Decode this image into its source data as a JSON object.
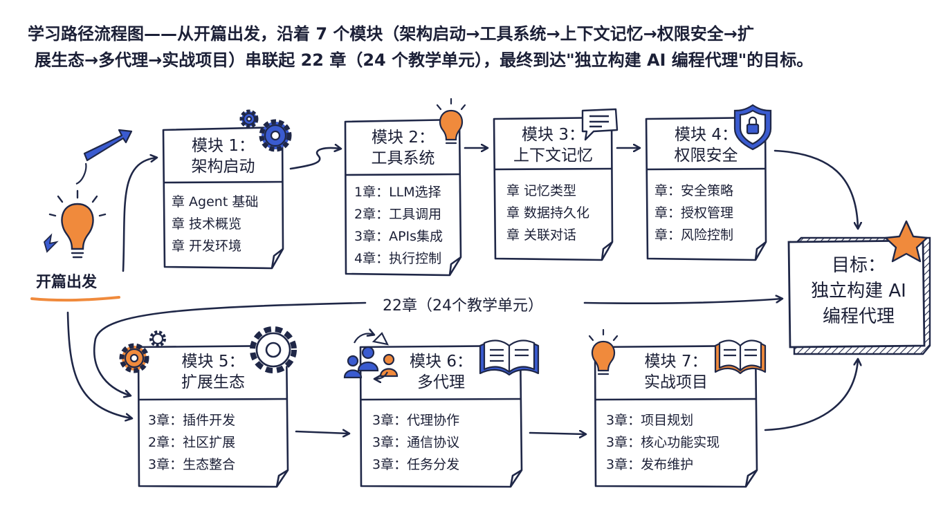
{
  "caption": {
    "line1": "学习路径流程图——从开篇出发，沿着 7 个模块（架构启动→工具系统→上下文记忆→权限安全→扩",
    "line2": "展生态→多代理→实战项目）串联起 22 章（24 个教学单元），最终到达\"独立构建 AI 编程代理\"的目标。"
  },
  "start_label": "开篇出发",
  "total_label": "22章（24个教学单元）",
  "goal": {
    "line1": "目标：",
    "line2": "独立构建 AI",
    "line3": "编程代理"
  },
  "modules": [
    {
      "title1": "模块 1：",
      "title2": "架构启动",
      "items": [
        "章 Agent 基础",
        "章 技术概览",
        "章 开发环境"
      ]
    },
    {
      "title1": "模块 2：",
      "title2": "工具系统",
      "items": [
        "1章：LLM选择",
        "2章：工具调用",
        "3章：APIs集成",
        "4章：执行控制"
      ]
    },
    {
      "title1": "模块 3：",
      "title2": "上下文记忆",
      "items": [
        "章 记忆类型",
        "章 数据持久化",
        "章 关联对话"
      ]
    },
    {
      "title1": "模块 4：",
      "title2": "权限安全",
      "items": [
        "章：安全策略",
        "章：授权管理",
        "章：风险控制"
      ]
    },
    {
      "title1": "模块 5：",
      "title2": "扩展生态",
      "items": [
        "3章：插件开发",
        "2章：社区扩展",
        "3章：生态整合"
      ]
    },
    {
      "title1": "模块 6：",
      "title2": "多代理",
      "items": [
        "3章：代理协作",
        "3章：通信协议",
        "3章：任务分发"
      ]
    },
    {
      "title1": "模块 7：",
      "title2": "实战项目",
      "items": [
        "3章：项目规划",
        "3章：核心功能实现",
        "3章：发布维护"
      ]
    }
  ],
  "icons": [
    "lightbulb-icon",
    "arrow-icon",
    "gear-icon",
    "lightbulb-icon",
    "speech-bubble-icon",
    "shield-lock-icon",
    "gear-icon",
    "people-icon",
    "book-icon",
    "lightbulb-icon",
    "book-icon",
    "star-icon"
  ],
  "colors": {
    "ink": "#1f2747",
    "accent_orange": "#f08a3c",
    "accent_blue": "#3a5bd0"
  }
}
